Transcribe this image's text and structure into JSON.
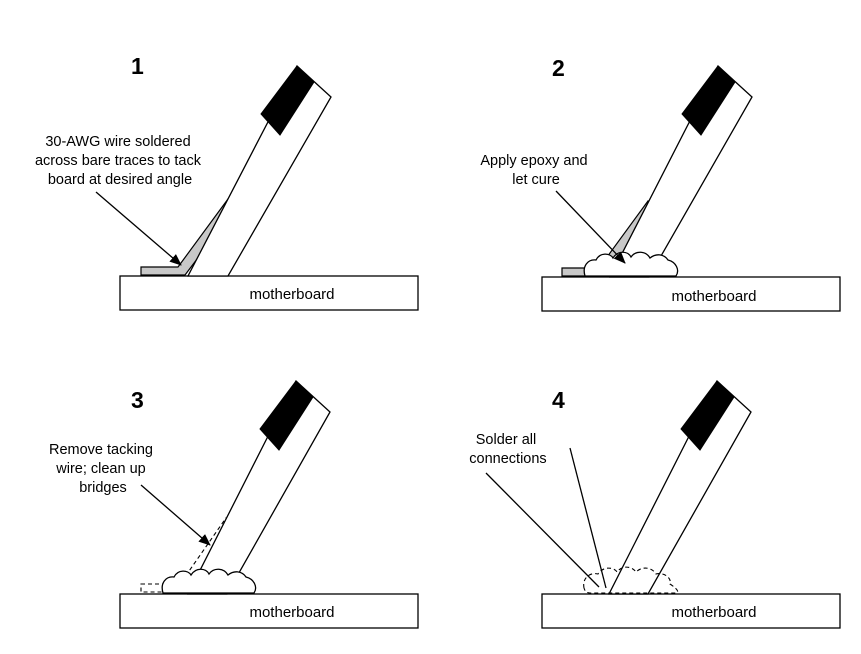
{
  "panels": [
    {
      "number": "1",
      "board_label": "motherboard",
      "callout_lines": [
        "30-AWG wire soldered",
        "across bare traces to tack",
        "board at desired angle"
      ]
    },
    {
      "number": "2",
      "board_label": "motherboard",
      "callout_lines": [
        "Apply epoxy and",
        "let cure"
      ]
    },
    {
      "number": "3",
      "board_label": "motherboard",
      "callout_lines": [
        "Remove tacking",
        "wire; clean up",
        "bridges"
      ]
    },
    {
      "number": "4",
      "board_label": "motherboard",
      "callout_lines": [
        "Solder all",
        "connections"
      ]
    }
  ],
  "colors": {
    "wire_fill": "#c8c8c8",
    "tab_fill": "#000000",
    "line": "#000000",
    "background": "#ffffff"
  },
  "icons": [
    "arrow-icon"
  ]
}
